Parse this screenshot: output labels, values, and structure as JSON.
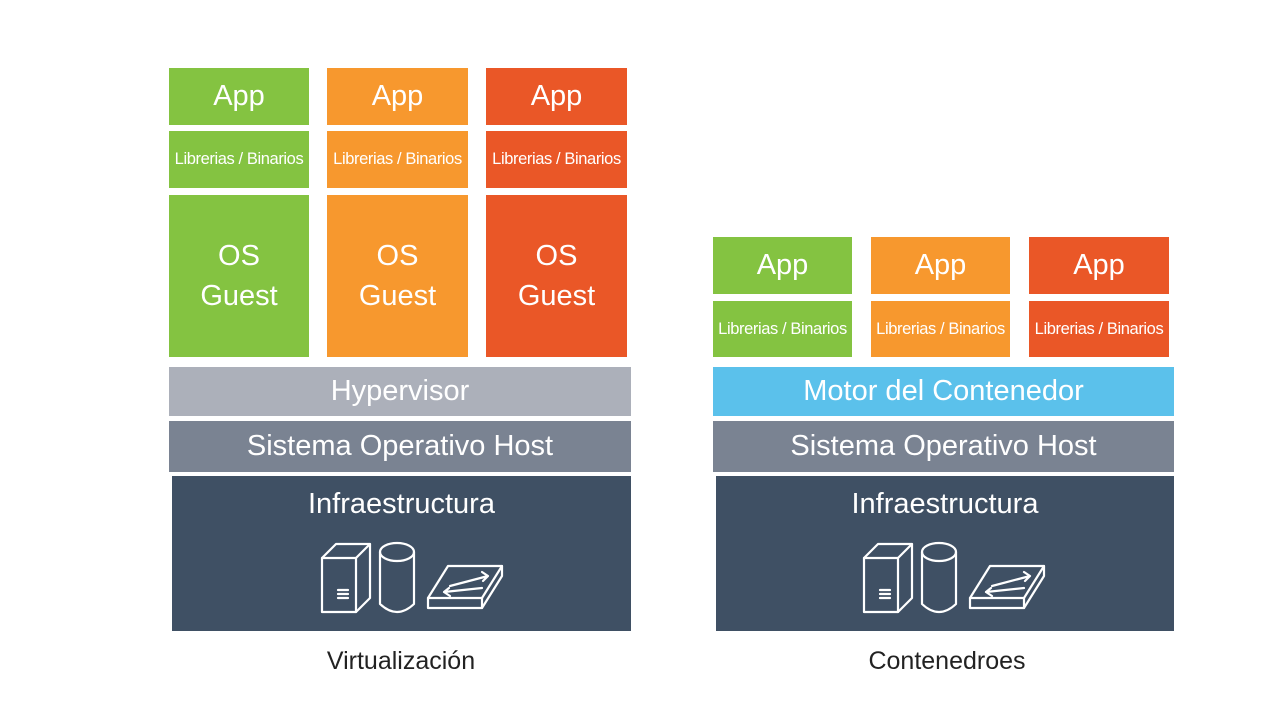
{
  "colors": {
    "green": "#84c341",
    "orange": "#f7982e",
    "red": "#ea5727",
    "hypervisor": "#acb0ba",
    "container_engine": "#5bc1eb",
    "host_os": "#7a8392",
    "infrastructure": "#3f5064"
  },
  "virtualization": {
    "caption": "Virtualización",
    "columns": [
      {
        "app": "App",
        "libs": "Librerias / Binarios",
        "os_line1": "OS",
        "os_line2": "Guest"
      },
      {
        "app": "App",
        "libs": "Librerias / Binarios",
        "os_line1": "OS",
        "os_line2": "Guest"
      },
      {
        "app": "App",
        "libs": "Librerias / Binarios",
        "os_line1": "OS",
        "os_line2": "Guest"
      }
    ],
    "hypervisor": "Hypervisor",
    "host_os": "Sistema Operativo Host",
    "infrastructure": "Infraestructura"
  },
  "containers": {
    "caption": "Contenedroes",
    "columns": [
      {
        "app": "App",
        "libs": "Librerias / Binarios"
      },
      {
        "app": "App",
        "libs": "Librerias / Binarios"
      },
      {
        "app": "App",
        "libs": "Librerias / Binarios"
      }
    ],
    "engine": "Motor del Contenedor",
    "host_os": "Sistema Operativo Host",
    "infrastructure": "Infraestructura"
  },
  "icons": [
    "server-tower-icon",
    "database-cylinder-icon",
    "network-switch-icon"
  ]
}
